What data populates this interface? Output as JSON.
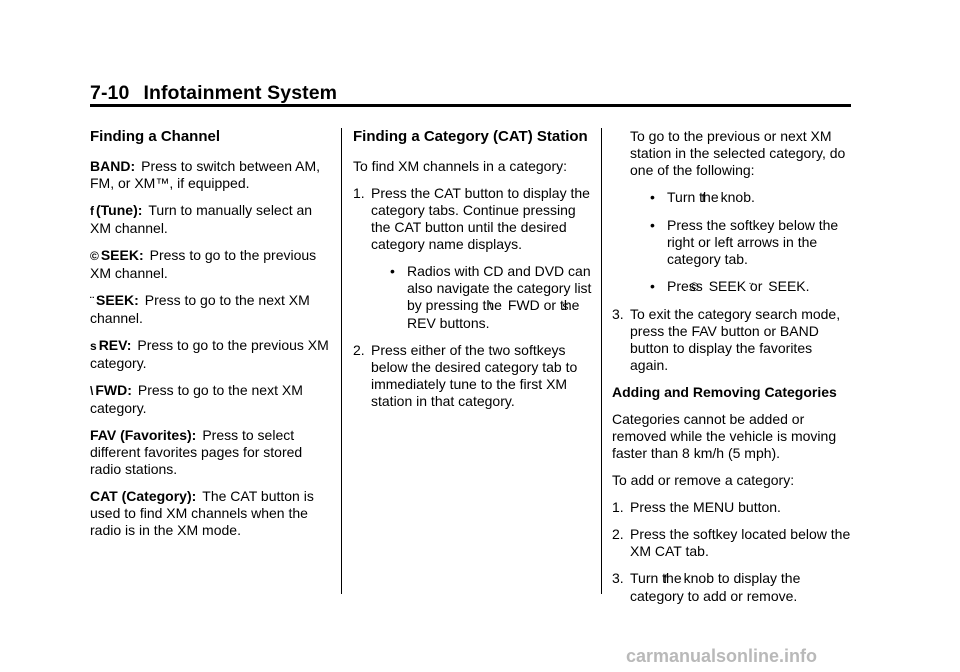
{
  "header": {
    "page": "7-10",
    "title": "Infotainment System"
  },
  "col1": {
    "heading": "Finding a Channel",
    "entries": [
      {
        "label": "BAND:",
        "text": "Press to switch between AM, FM, or XM™, if equipped."
      },
      {
        "icon": "f",
        "label": "(Tune):",
        "text": "Turn to manually select an XM channel."
      },
      {
        "icon": "©",
        "label": "SEEK:",
        "text": "Press to go to the previous XM channel."
      },
      {
        "icon": "¨",
        "label": "SEEK:",
        "text": "Press to go to the next XM channel."
      },
      {
        "icon": "s",
        "label": "REV:",
        "text": "Press to go to the previous XM category."
      },
      {
        "icon": "\\",
        "label": "FWD:",
        "text": "Press to go to the next XM category."
      },
      {
        "label": "FAV (Favorites):",
        "text": "Press to select different favorites pages for stored radio stations."
      },
      {
        "label": "CAT (Category):",
        "text": "The CAT button is used to find XM channels when the radio is in the XM mode."
      }
    ]
  },
  "col2": {
    "heading": "Finding a Category (CAT) Station",
    "intro": "To find XM channels in a category:",
    "step1": "Press the CAT button to display the category tabs. Continue pressing the CAT button until the desired category name displays.",
    "bullet_a": "Radios with CD and DVD can also navigate the category list by pressing the",
    "bullet_b_icon1": "\\",
    "bullet_b_mid": "FWD or the",
    "bullet_b_icon2": "s",
    "bullet_b_end": "REV buttons.",
    "step2": "Press either of the two softkeys below the desired category tab to immediately tune to the first XM station in that category."
  },
  "col3": {
    "lead": "To go to the previous or next XM station in the selected category, do one of the following:",
    "b1_pre": "Turn the",
    "b1_icon": "f",
    "b1_post": "knob.",
    "b2": "Press the softkey below the right or left arrows in the category tab.",
    "b3_pre": "Press",
    "b3_icon1": "©",
    "b3_mid": "SEEK or",
    "b3_icon2": "¨",
    "b3_post": "SEEK.",
    "step3": "To exit the category search mode, press the FAV button or BAND button to display the favorites again.",
    "subheading": "Adding and Removing Categories",
    "para1": "Categories cannot be added or removed while the vehicle is moving faster than 8 km/h (5 mph).",
    "para2": "To add or remove a category:",
    "s1": "Press the MENU button.",
    "s2": "Press the softkey located below the XM CAT tab.",
    "s3_pre": "Turn the",
    "s3_icon": "f",
    "s3_post": "knob to display the category to add or remove."
  },
  "numbers": {
    "n1": "1.",
    "n2": "2.",
    "n3": "3."
  },
  "bullet": "•",
  "watermark": "carmanualsonline.info"
}
